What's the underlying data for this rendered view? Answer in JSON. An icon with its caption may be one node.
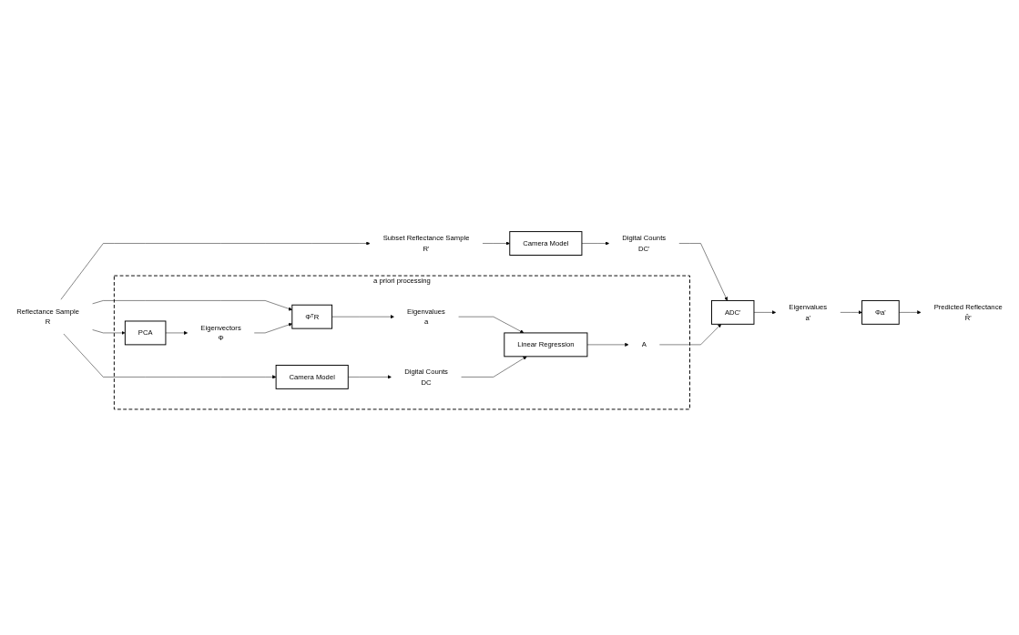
{
  "diagram": {
    "nodes": [
      {
        "text": [
          "a priori processing"
        ]
      },
      {
        "text": [
          "Reflectance Sample",
          "R"
        ]
      },
      {
        "text": [
          "PCA"
        ],
        "in": 0
      },
      {
        "text": [
          "Eigenvectors",
          "Φ"
        ],
        "in": 0
      },
      {
        "text": [
          "ΦᵀR"
        ],
        "in": 0
      },
      {
        "text": [
          "Eigenvalues",
          "a"
        ],
        "in": 0
      },
      {
        "text": [
          "Camera Model"
        ],
        "in": 0
      },
      {
        "text": [
          "Digital Counts",
          "DC"
        ],
        "in": 0
      },
      {
        "text": [
          "Linear Regression"
        ],
        "in": 0
      },
      {
        "text": [
          "A"
        ],
        "in": 0
      },
      {
        "text": [
          "Subset Reflectance Sample",
          "R'"
        ]
      },
      {
        "text": [
          "Camera Model"
        ]
      },
      {
        "text": [
          "Digital Counts",
          "DC'"
        ]
      },
      {
        "text": [
          "ADC'"
        ]
      },
      {
        "text": [
          "Eigenvalues",
          "a'"
        ]
      },
      {
        "text": [
          "Φa'"
        ]
      },
      {
        "text": [
          "Predicted Reflectance",
          "R̂'"
        ]
      }
    ],
    "edges": [
      {
        "from": 1,
        "to": 2,
        "arrow": "to"
      },
      {
        "from": 1,
        "to": 4,
        "arrow": "to"
      },
      {
        "from": 1,
        "to": 6,
        "arrow": "to"
      },
      {
        "from": 2,
        "to": 3,
        "arrow": "to"
      },
      {
        "from": 3,
        "to": 4,
        "arrow": "to"
      },
      {
        "from": 4,
        "to": 5,
        "arrow": "to"
      },
      {
        "from": 5,
        "to": 8,
        "arrow": "to"
      },
      {
        "from": 6,
        "to": 7,
        "arrow": "to"
      },
      {
        "from": 7,
        "to": 8,
        "arrow": "to"
      },
      {
        "from": 8,
        "to": 9,
        "arrow": "to"
      },
      {
        "from": 1,
        "to": 10,
        "arrow": "to"
      },
      {
        "from": 10,
        "to": 11,
        "arrow": "to"
      },
      {
        "from": 11,
        "to": 12,
        "arrow": "to"
      },
      {
        "from": 12,
        "to": 13,
        "arrow": "to"
      },
      {
        "from": 9,
        "to": 13,
        "arrow": "to"
      },
      {
        "from": 13,
        "to": 14,
        "arrow": "to"
      },
      {
        "from": 14,
        "to": 15,
        "arrow": "to"
      },
      {
        "from": 15,
        "to": 16,
        "arrow": "to"
      }
    ]
  }
}
